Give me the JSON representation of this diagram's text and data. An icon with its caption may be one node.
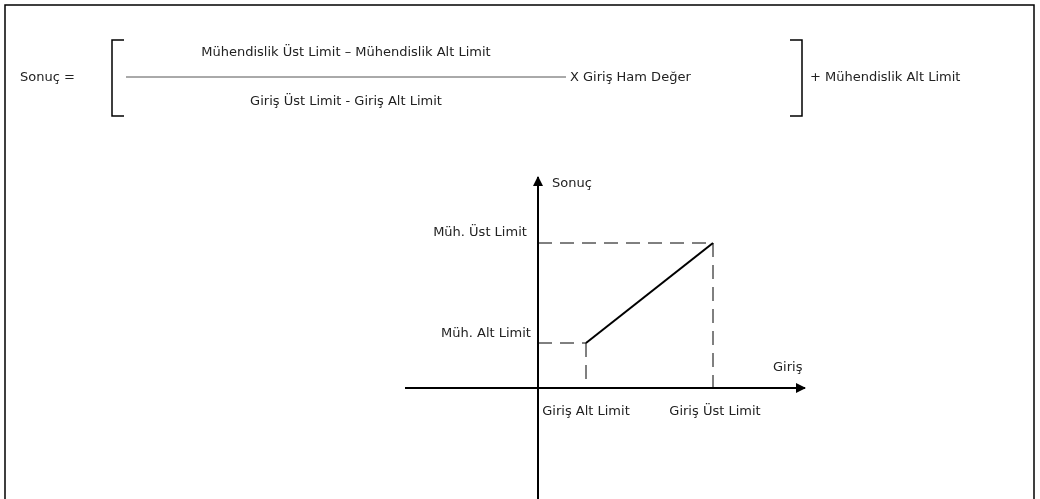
{
  "diagram": {
    "labels": [
      "Sonuç =",
      "Mühendislik Üst Limit – Mühendislik Alt Limit",
      "Giriş Üst Limit - Giriş Alt Limit",
      "X Giriş Ham Değer",
      "+ Mühendislik Alt Limit",
      "Sonuç",
      "Müh. Üst Limit",
      "Müh. Alt Limit",
      "Giriş",
      "Giriş Alt Limit",
      "Giriş Üst Limit"
    ]
  }
}
